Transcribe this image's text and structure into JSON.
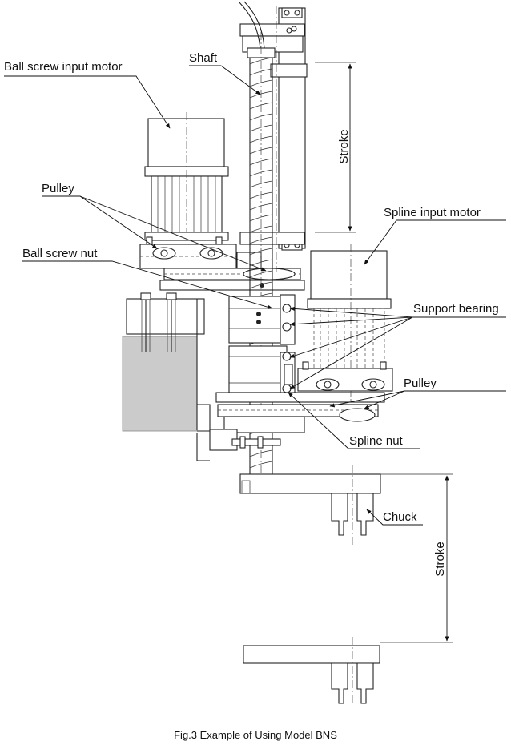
{
  "figure": {
    "caption": "Fig.3 Example of Using Model BNS"
  },
  "labels": {
    "ball_screw_input_motor": "Ball screw input motor",
    "shaft": "Shaft",
    "pulley_top": "Pulley",
    "ball_screw_nut": "Ball screw nut",
    "spline_input_motor": "Spline input motor",
    "support_bearing": "Support bearing",
    "pulley_right": "Pulley",
    "spline_nut": "Spline nut",
    "chuck": "Chuck",
    "stroke_upper": "Stroke",
    "stroke_lower": "Stroke"
  }
}
